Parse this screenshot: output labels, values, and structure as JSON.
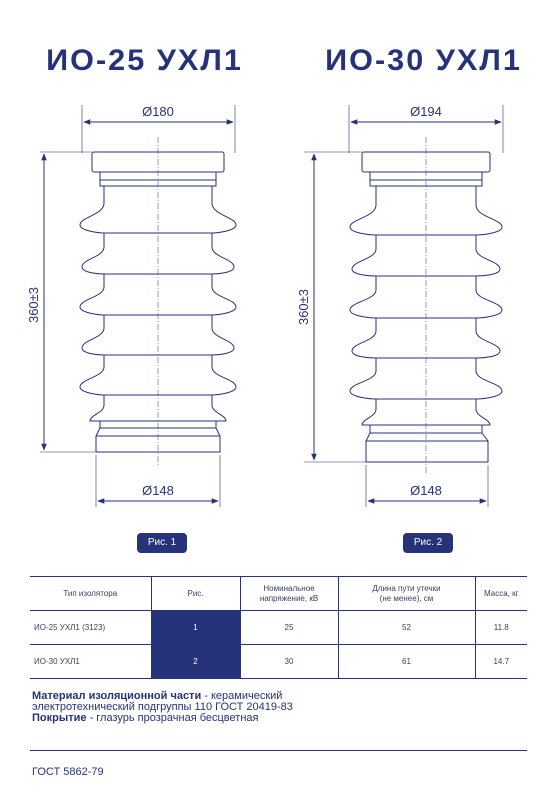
{
  "titles": {
    "left": "ИО-25 УХЛ1",
    "right": "ИО-30 УХЛ1"
  },
  "drawing": {
    "left": {
      "top_diameter": "Ø180",
      "bottom_diameter": "Ø148",
      "height": "360±3"
    },
    "right": {
      "top_diameter": "Ø194",
      "bottom_diameter": "Ø148",
      "height": "360±3"
    }
  },
  "figure_labels": {
    "fig1": "Рис. 1",
    "fig2": "Рис. 2"
  },
  "table": {
    "headers": {
      "type": "Тип изолятора",
      "fig": "Рис.",
      "voltage_l1": "Номинальное",
      "voltage_l2": "напряжение, кВ",
      "creepage_l1": "Длина пути утечки",
      "creepage_l2": "(не менее), см",
      "mass": "Масса, кг"
    },
    "rows": [
      {
        "type": "ИО-25 УХЛ1 (3123)",
        "fig": "1",
        "voltage": "25",
        "creepage": "52",
        "mass": "11.8"
      },
      {
        "type": "ИО-30 УХЛ1",
        "fig": "2",
        "voltage": "30",
        "creepage": "61",
        "mass": "14.7"
      }
    ]
  },
  "description": {
    "material_label": "Материал изоляционной части",
    "material_text": " - керамический",
    "material_line2": "электротехнический подгруппы 110 ГОСТ 20419-83",
    "coating_label": "Покрытие",
    "coating_text": " - глазурь прозрачная бесцветная"
  },
  "footer": {
    "standard": "ГОСТ 5862-79"
  },
  "colors": {
    "accent": "#26337a",
    "text": "#3a3f5c",
    "background": "#ffffff"
  }
}
